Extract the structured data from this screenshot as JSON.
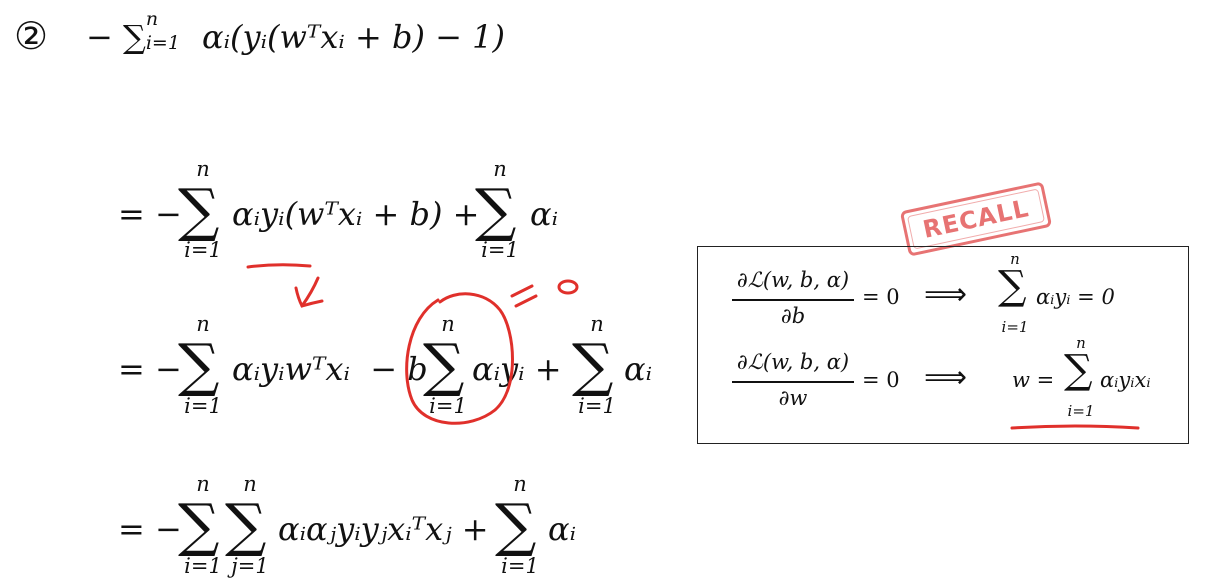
{
  "step_marker": "②",
  "top_expression": {
    "lead": "−",
    "sigma": "∑",
    "lower": "i=1",
    "upper": "n",
    "body": "αᵢ(yᵢ(wᵀxᵢ + b) − 1)"
  },
  "line1": {
    "eq": "= −",
    "sum1_upper": "n",
    "sum1_lower": "i=1",
    "term1": "αᵢyᵢ(wᵀxᵢ + b) +",
    "sum2_upper": "n",
    "sum2_lower": "i=1",
    "term2": "αᵢ"
  },
  "line2": {
    "eq": "= −",
    "sum1_upper": "n",
    "sum1_lower": "i=1",
    "term1": "αᵢyᵢwᵀxᵢ  − b",
    "sum2_upper": "n",
    "sum2_lower": "i=1",
    "term2": "αᵢyᵢ +",
    "sum3_upper": "n",
    "sum3_lower": "i=1",
    "term3": "αᵢ"
  },
  "line3": {
    "eq": "= −",
    "sum1_upper": "n",
    "sum1_lower": "i=1",
    "sum2_upper": "n",
    "sum2_lower": "j=1",
    "term1": "αᵢαⱼyᵢyⱼxᵢᵀxⱼ +",
    "sum3_upper": "n",
    "sum3_lower": "i=1",
    "term2": "αᵢ"
  },
  "annotation": {
    "zero_mark": "= 0"
  },
  "recall": {
    "stamp": "RECALL",
    "row1": {
      "numerator": "∂ℒ(w, b, α)",
      "denominator": "∂b",
      "eq": "= 0",
      "arrow": "⟹",
      "upper": "n",
      "lower": "i=1",
      "result": "αᵢyᵢ = 0"
    },
    "row2": {
      "numerator": "∂ℒ(w, b, α)",
      "denominator": "∂w",
      "eq": "= 0",
      "arrow": "⟹",
      "lhs": "w =",
      "upper": "n",
      "lower": "i=1",
      "result": "αᵢyᵢxᵢ"
    }
  },
  "colors": {
    "ink": "#111111",
    "annotation_red": "#e0302b",
    "stamp_red": "#e35b5b"
  }
}
